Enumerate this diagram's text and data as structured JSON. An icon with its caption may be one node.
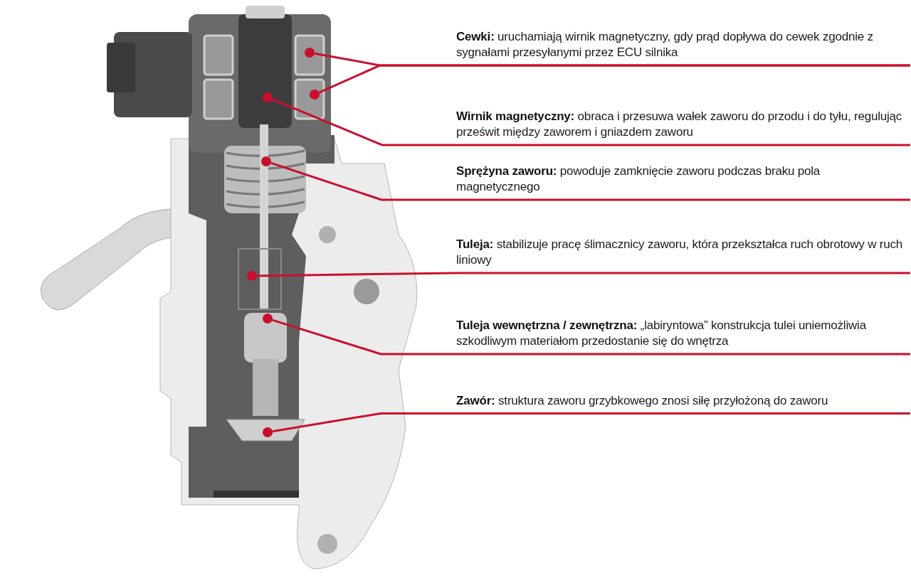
{
  "diagram": {
    "nodes": [
      {
        "text": [
          "**Cewki:** uruchamiają wirnik magnetyczny, gdy prąd dopływa do cewek zgodnie z sygnałami przesyłanymi przez ECU silnika"
        ]
      },
      {
        "text": [
          "**Wirnik magnetyczny:** obraca i przesuwa wałek zaworu do przodu i do tyłu, regulując prześwit między zaworem i gniazdem zaworu"
        ]
      },
      {
        "text": [
          "**Sprężyna zaworu:** powoduje zamknięcie zaworu podczas braku pola magnetycznego"
        ]
      },
      {
        "text": [
          "**Tuleja:** stabilizuje pracę ślimacznicy zaworu, która przekształca ruch obrotowy w ruch liniowy"
        ]
      },
      {
        "text": [
          "**Tuleja wewnętrzna / zewnętrzna:** „labiryntowa” konstrukcja tulei uniemożliwia szkodliwym materiałom przedostanie się do wnętrza"
        ]
      },
      {
        "text": [
          "**Zawór:** struktura zaworu grzybkowego znosi siłę przyłożoną do zaworu"
        ]
      },
      {
        "text": [],
        "shape": "circle"
      },
      {
        "text": [],
        "shape": "circle"
      },
      {
        "text": [],
        "shape": "circle"
      },
      {
        "text": [],
        "shape": "circle"
      },
      {
        "text": [],
        "shape": "circle"
      },
      {
        "text": [],
        "shape": "circle"
      },
      {
        "text": [],
        "shape": "circle"
      }
    ],
    "edges": [
      {
        "from": 0,
        "to": 6,
        "arrow": "none"
      },
      {
        "from": 0,
        "to": 7,
        "arrow": "none"
      },
      {
        "from": 1,
        "to": 8,
        "arrow": "none"
      },
      {
        "from": 2,
        "to": 9,
        "arrow": "none"
      },
      {
        "from": 3,
        "to": 10,
        "arrow": "none"
      },
      {
        "from": 4,
        "to": 11,
        "arrow": "none"
      },
      {
        "from": 5,
        "to": 12,
        "arrow": "none"
      }
    ]
  }
}
